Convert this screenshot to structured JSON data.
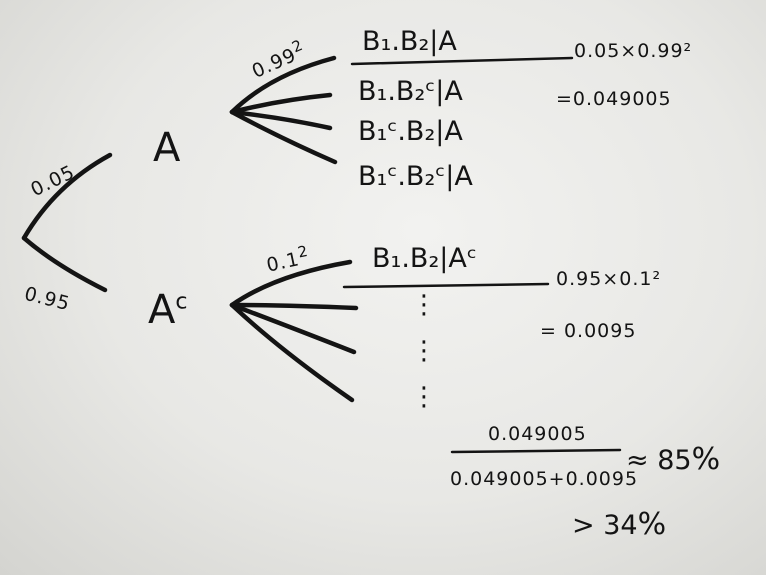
{
  "tree": {
    "root_probs": {
      "upper": "0.05",
      "lower": "0.95"
    },
    "events": {
      "a": "A",
      "ac": "A",
      "ac_sup": "c"
    },
    "a_branch": {
      "prob_base": "0.99",
      "prob_exp": "2",
      "outcomes": [
        "B₁.B₂|A",
        "B₁.B₂ᶜ|A",
        "B₁ᶜ.B₂|A",
        "B₁ᶜ.B₂ᶜ|A"
      ],
      "calc_line": "0.05×0.99²",
      "calc_result": "=0.049005"
    },
    "ac_branch": {
      "prob_base": "0.1",
      "prob_exp": "2",
      "outcome": "B₁.B₂|Aᶜ",
      "calc_line": "0.95×0.1²",
      "calc_result": "= 0.0095",
      "ellipsis": "⋮"
    }
  },
  "ratio": {
    "numerator": "0.049005",
    "denominator": "0.049005+0.0095",
    "approx": "≈ 85",
    "approx_pct": "%",
    "compare": "> 34",
    "compare_pct": "%"
  },
  "colors": {
    "ink": "#141414",
    "board": "#efefec"
  }
}
